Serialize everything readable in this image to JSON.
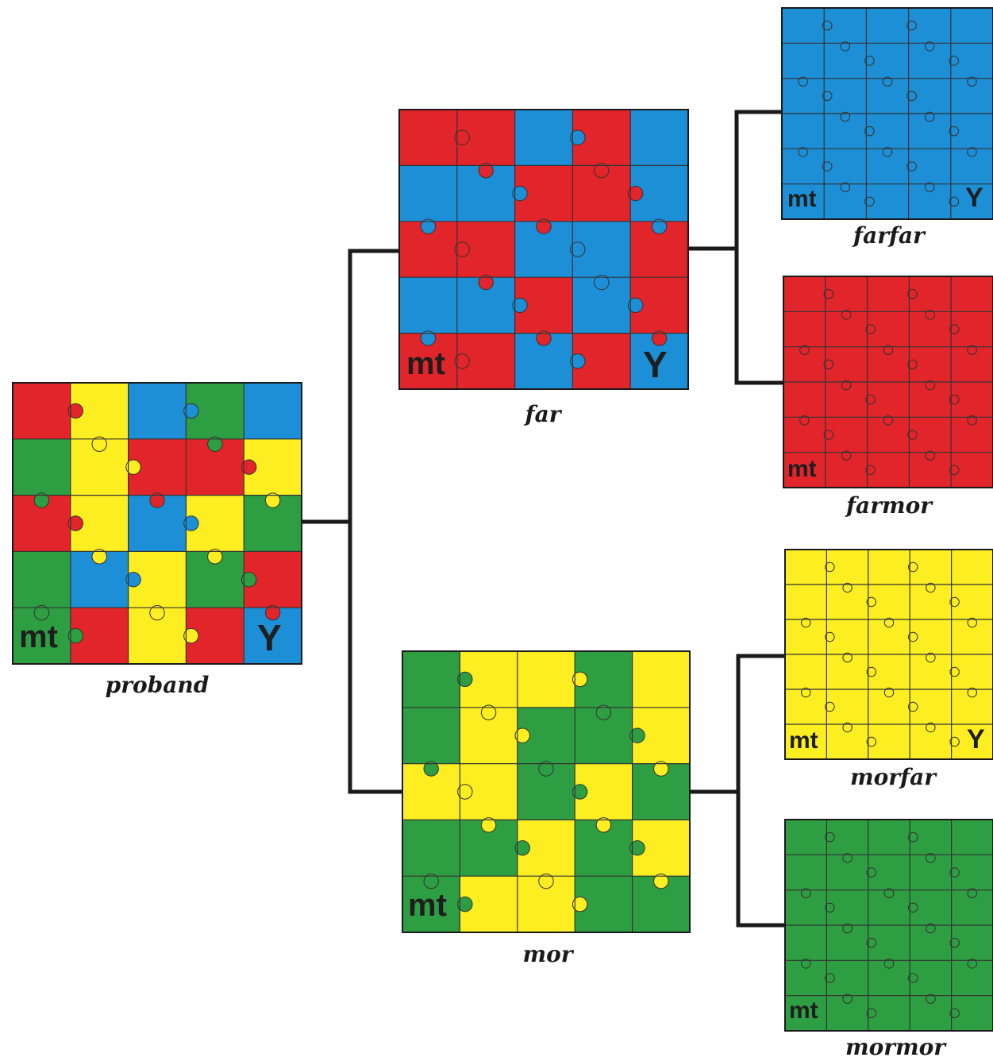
{
  "colors": {
    "red": "#e2242b",
    "yellow": "#fcee21",
    "blue": "#1c8fd6",
    "green": "#2e9e43",
    "line": "#1a1a1a",
    "seam": "#333333"
  },
  "badges": {
    "mt": "mt",
    "y": "Y"
  },
  "nodes": {
    "proband": {
      "label": "proband",
      "has_y": true,
      "pattern": [
        [
          "red",
          "yellow",
          "blue",
          "green",
          "blue"
        ],
        [
          "green",
          "yellow",
          "red",
          "red",
          "yellow"
        ],
        [
          "red",
          "yellow",
          "blue",
          "yellow",
          "green"
        ],
        [
          "green",
          "blue",
          "yellow",
          "green",
          "red"
        ],
        [
          "green",
          "red",
          "yellow",
          "red",
          "blue"
        ]
      ]
    },
    "far": {
      "label": "far",
      "has_y": true,
      "pattern": [
        [
          "red",
          "red",
          "blue",
          "red",
          "blue"
        ],
        [
          "blue",
          "blue",
          "red",
          "red",
          "blue"
        ],
        [
          "red",
          "red",
          "blue",
          "blue",
          "red"
        ],
        [
          "blue",
          "blue",
          "red",
          "blue",
          "red"
        ],
        [
          "red",
          "red",
          "blue",
          "red",
          "blue"
        ]
      ]
    },
    "mor": {
      "label": "mor",
      "has_y": false,
      "pattern": [
        [
          "green",
          "yellow",
          "yellow",
          "green",
          "yellow"
        ],
        [
          "green",
          "yellow",
          "green",
          "green",
          "yellow"
        ],
        [
          "yellow",
          "yellow",
          "green",
          "yellow",
          "green"
        ],
        [
          "green",
          "green",
          "yellow",
          "green",
          "yellow"
        ],
        [
          "green",
          "yellow",
          "yellow",
          "green",
          "green"
        ]
      ]
    },
    "farfar": {
      "label": "farfar",
      "has_y": true,
      "solid": "blue"
    },
    "farmor": {
      "label": "farmor",
      "has_y": false,
      "solid": "red"
    },
    "morfar": {
      "label": "morfar",
      "has_y": true,
      "solid": "yellow"
    },
    "mormor": {
      "label": "mormor",
      "has_y": false,
      "solid": "green"
    }
  }
}
